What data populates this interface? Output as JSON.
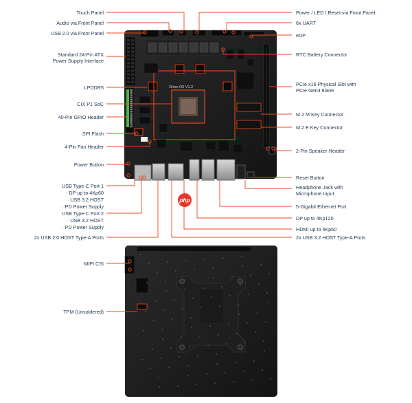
{
  "colors": {
    "accent": "#e8491d",
    "board": "#1a1a1a",
    "pcb_dark": "#111111",
    "label_text": "#1f3550",
    "php_logo": "#e8362a"
  },
  "board_top": {
    "silkscreen": "Orion O6 V1.2",
    "labels_left": [
      {
        "text": "Touch Panel"
      },
      {
        "text": "Audio via Front Panel"
      },
      {
        "text": "USB 2.0 via Front Panel"
      },
      {
        "text": "Standard 24-Pin ATX",
        "text2": "Power Supply Interface"
      },
      {
        "text": "LPDDR5"
      },
      {
        "text": "CIX P1 SoC"
      },
      {
        "text": "40-Pin GPIO Header"
      },
      {
        "text": "SPI Flash"
      },
      {
        "text": "4-Pin Fan Header"
      },
      {
        "text": "Power Button"
      },
      {
        "text": "USB Type-C Port 1"
      },
      {
        "text": "· DP up to 4Kp60"
      },
      {
        "text": "· USB 3.2 HOST"
      },
      {
        "text": "· PD Power Supply"
      },
      {
        "text": "USB Type-C Port 2"
      },
      {
        "text": "· USB 3.2 HOST"
      },
      {
        "text": "· PD Power Supply"
      },
      {
        "text": "2x USB 2.0 HOST Type-A Ports"
      }
    ],
    "labels_right": [
      {
        "text": "Power / LED / Reset via Front Panel"
      },
      {
        "text": "6x UART"
      },
      {
        "text": "eDP"
      },
      {
        "text": "RTC Battery Connector"
      },
      {
        "text": "PCIe x16 Physical Slot with",
        "text2": "PCIe Gen4 8lane"
      },
      {
        "text": "M.2 M Key Connector"
      },
      {
        "text": "M.2 E Key Connector"
      },
      {
        "text": "2-Pin Speaker Header"
      },
      {
        "text": "Reset Button"
      },
      {
        "text": "Headphone Jack with",
        "text2": "Microphone Input"
      },
      {
        "text": "5-Gigabit Ethernet Port"
      },
      {
        "text": "DP up to 4Kp120"
      },
      {
        "text": "HDMI up to 4Kp60"
      },
      {
        "text": "2x USB 3.2 HOST Type-A Ports"
      }
    ]
  },
  "board_bottom": {
    "labels_left": [
      {
        "text": "MIPI CSI"
      },
      {
        "text": "TPM (Unsoldered)"
      }
    ]
  },
  "watermark": {
    "text": "php"
  }
}
